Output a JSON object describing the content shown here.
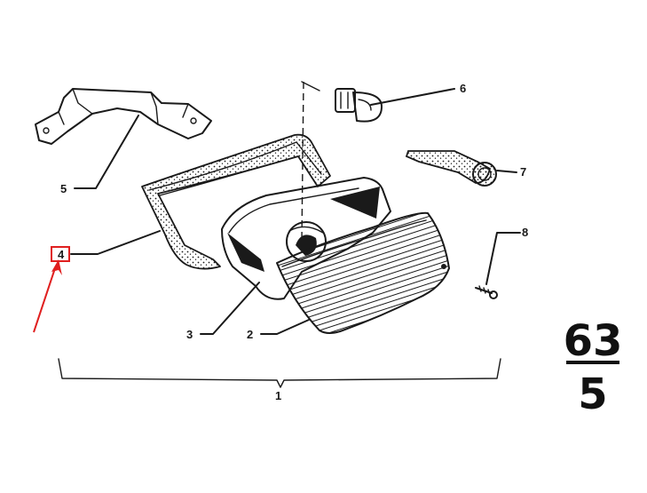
{
  "callouts": {
    "p1": "1",
    "p2": "2",
    "p3": "3",
    "p4": "4",
    "p5": "5",
    "p6": "6",
    "p7": "7",
    "p8": "8"
  },
  "group_number": {
    "top": "63",
    "bottom": "5"
  },
  "colors": {
    "ink": "#1a1a1a",
    "highlight": "#e02020",
    "paper": "#ffffff"
  }
}
